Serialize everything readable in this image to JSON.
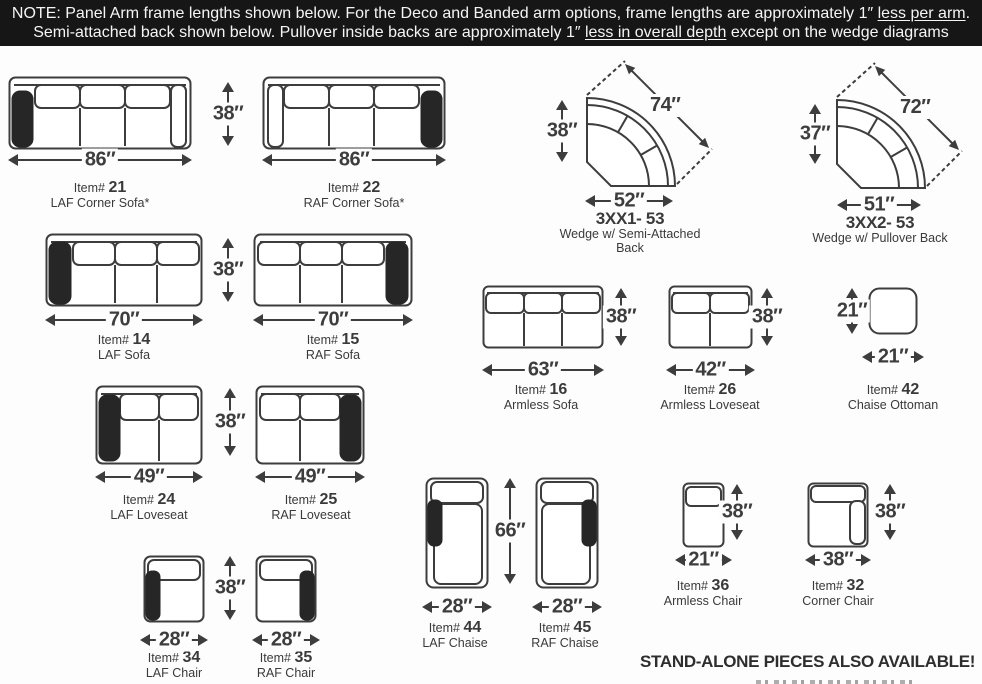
{
  "colors": {
    "header_bg": "#161616",
    "ink": "#3d3d3d"
  },
  "note": {
    "l1a": "NOTE: Panel Arm frame lengths shown below.  For the Deco and Banded arm options, frame lengths are approximately 1″ ",
    "l1b": "less per arm",
    "l1c": ".",
    "l2a": "Semi-attached back shown below.  Pullover inside backs are approximately 1″ ",
    "l2b": "less in overall depth",
    "l2c": " except on the wedge diagrams"
  },
  "labels": {
    "item": "Item# "
  },
  "pieces": {
    "p21": {
      "num": "21",
      "name": "LAF Corner Sofa*",
      "w": "86″"
    },
    "p22": {
      "num": "22",
      "name": "RAF Corner Sofa*",
      "w": "86″"
    },
    "p14": {
      "num": "14",
      "name": "LAF Sofa",
      "w": "70″"
    },
    "p15": {
      "num": "15",
      "name": "RAF Sofa",
      "w": "70″"
    },
    "p16": {
      "num": "16",
      "name": "Armless Sofa",
      "w": "63″",
      "h": "38″"
    },
    "p26": {
      "num": "26",
      "name": "Armless Loveseat",
      "w": "42″",
      "h": "38″"
    },
    "p42": {
      "num": "42",
      "name": "Chaise Ottoman",
      "w": "21″",
      "h": "21″"
    },
    "p24": {
      "num": "24",
      "name": "LAF Loveseat",
      "w": "49″"
    },
    "p25": {
      "num": "25",
      "name": "RAF Loveseat",
      "w": "49″"
    },
    "p34": {
      "num": "34",
      "name": "LAF Chair",
      "w": "28″"
    },
    "p35": {
      "num": "35",
      "name": "RAF Chair",
      "w": "28″"
    },
    "p44": {
      "num": "44",
      "name": "LAF Chaise",
      "w": "28″"
    },
    "p45": {
      "num": "45",
      "name": "RAF Chaise",
      "w": "28″"
    },
    "p36": {
      "num": "36",
      "name": "Armless Chair",
      "w": "21″",
      "h": "38″"
    },
    "p32": {
      "num": "32",
      "name": "Corner Chair",
      "w": "38″",
      "h": "38″"
    },
    "w1": {
      "code": "3XX1- 53",
      "name": "Wedge w/ Semi-Attached Back",
      "diag": "74″",
      "h": "38″",
      "w": "52″"
    },
    "w2": {
      "code": "3XX2- 53",
      "name": "Wedge w/ Pullover Back",
      "diag": "72″",
      "h": "37″",
      "w": "51″"
    }
  },
  "shared_dims": {
    "d2122": "38″",
    "d1415": "38″",
    "d2425": "38″",
    "d3435": "38″",
    "d4445": "66″"
  },
  "footer": {
    "standalone": "STAND-ALONE PIECES ALSO AVAILABLE!"
  }
}
